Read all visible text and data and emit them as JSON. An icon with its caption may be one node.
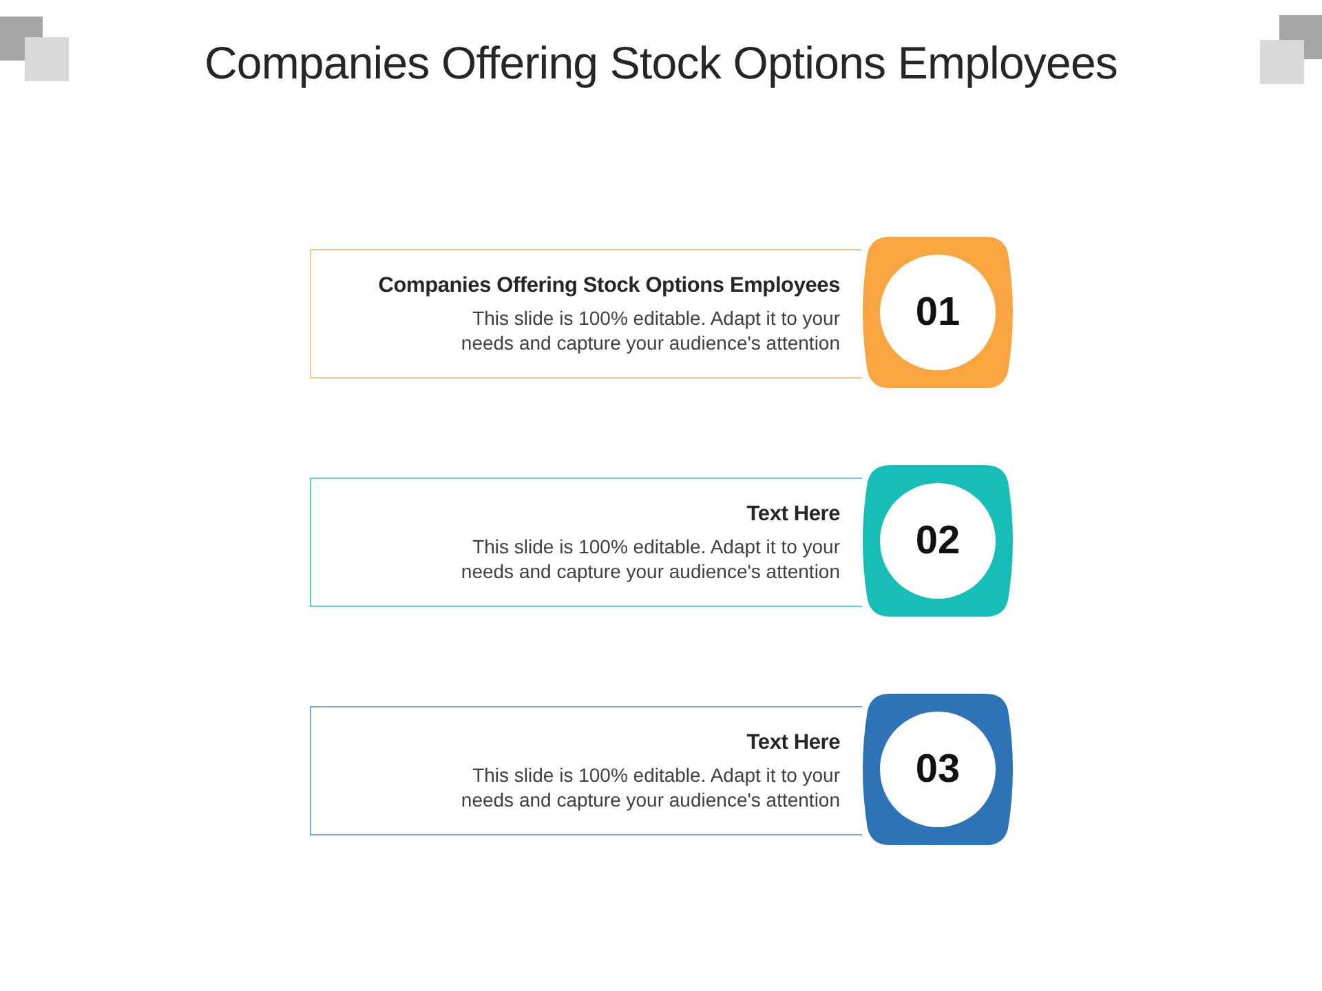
{
  "diagram": {
    "title": "Companies Offering Stock Options Employees",
    "nodes": [
      {
        "text": [
          "Companies Offering Stock Options Employees",
          "This slide is 100% editable. Adapt it to your needs and capture your audience's attention"
        ]
      },
      {
        "text": [
          "01"
        ]
      },
      {
        "text": [
          "Text Here",
          "This slide is 100% editable. Adapt it to your needs and capture your audience's attention"
        ]
      },
      {
        "text": [
          "02"
        ]
      },
      {
        "text": [
          "Text Here",
          "This slide is 100% editable. Adapt it to your needs and capture your audience's attention"
        ]
      },
      {
        "text": [
          "03"
        ]
      }
    ]
  }
}
